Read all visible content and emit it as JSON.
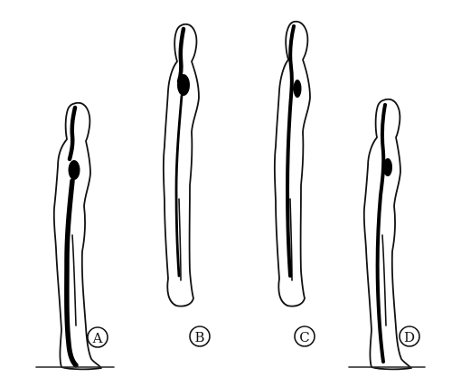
{
  "figures": [
    {
      "id": "A",
      "label": "A",
      "pose": "standing"
    },
    {
      "id": "B",
      "label": "B",
      "pose": "suspended"
    },
    {
      "id": "C",
      "label": "C",
      "pose": "suspended"
    },
    {
      "id": "D",
      "label": "D",
      "pose": "standing"
    }
  ],
  "colors": {
    "ink": "#111111",
    "core": "#000000",
    "background": "#ffffff"
  }
}
